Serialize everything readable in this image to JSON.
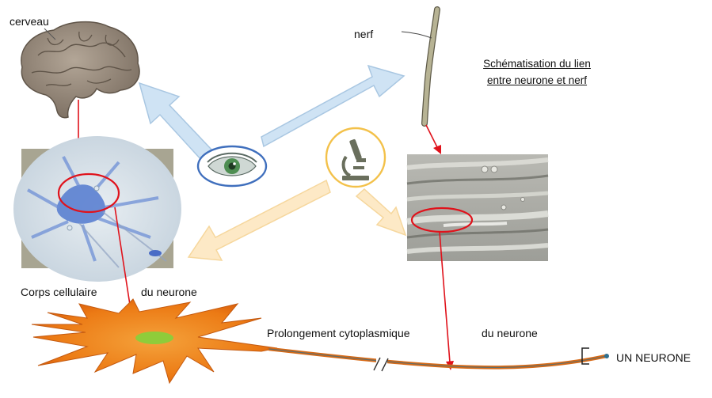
{
  "labels": {
    "cerveau": "cerveau",
    "nerf": "nerf",
    "title_line1": "Schématisation du lien",
    "title_line2": "entre neurone et nerf",
    "corps_cellulaire": "Corps cellulaire",
    "du_neurone_left": "du neurone",
    "prolongement": "Prolongement cytoplasmique",
    "du_neurone_right": "du neurone",
    "un_neurone": "UN NEURONE"
  },
  "icons": {
    "eye": "eye-icon",
    "microscope": "microscope-icon"
  },
  "colors": {
    "blue_arrow": "#cfe3f4",
    "yellow_arrow": "#fde9c6",
    "red": "#e0121b",
    "eye_ring": "#3f6fbd",
    "micro_ring": "#f3c14a",
    "neuron_orange": "#f08a1c",
    "nucleus": "#8fcc3a"
  }
}
